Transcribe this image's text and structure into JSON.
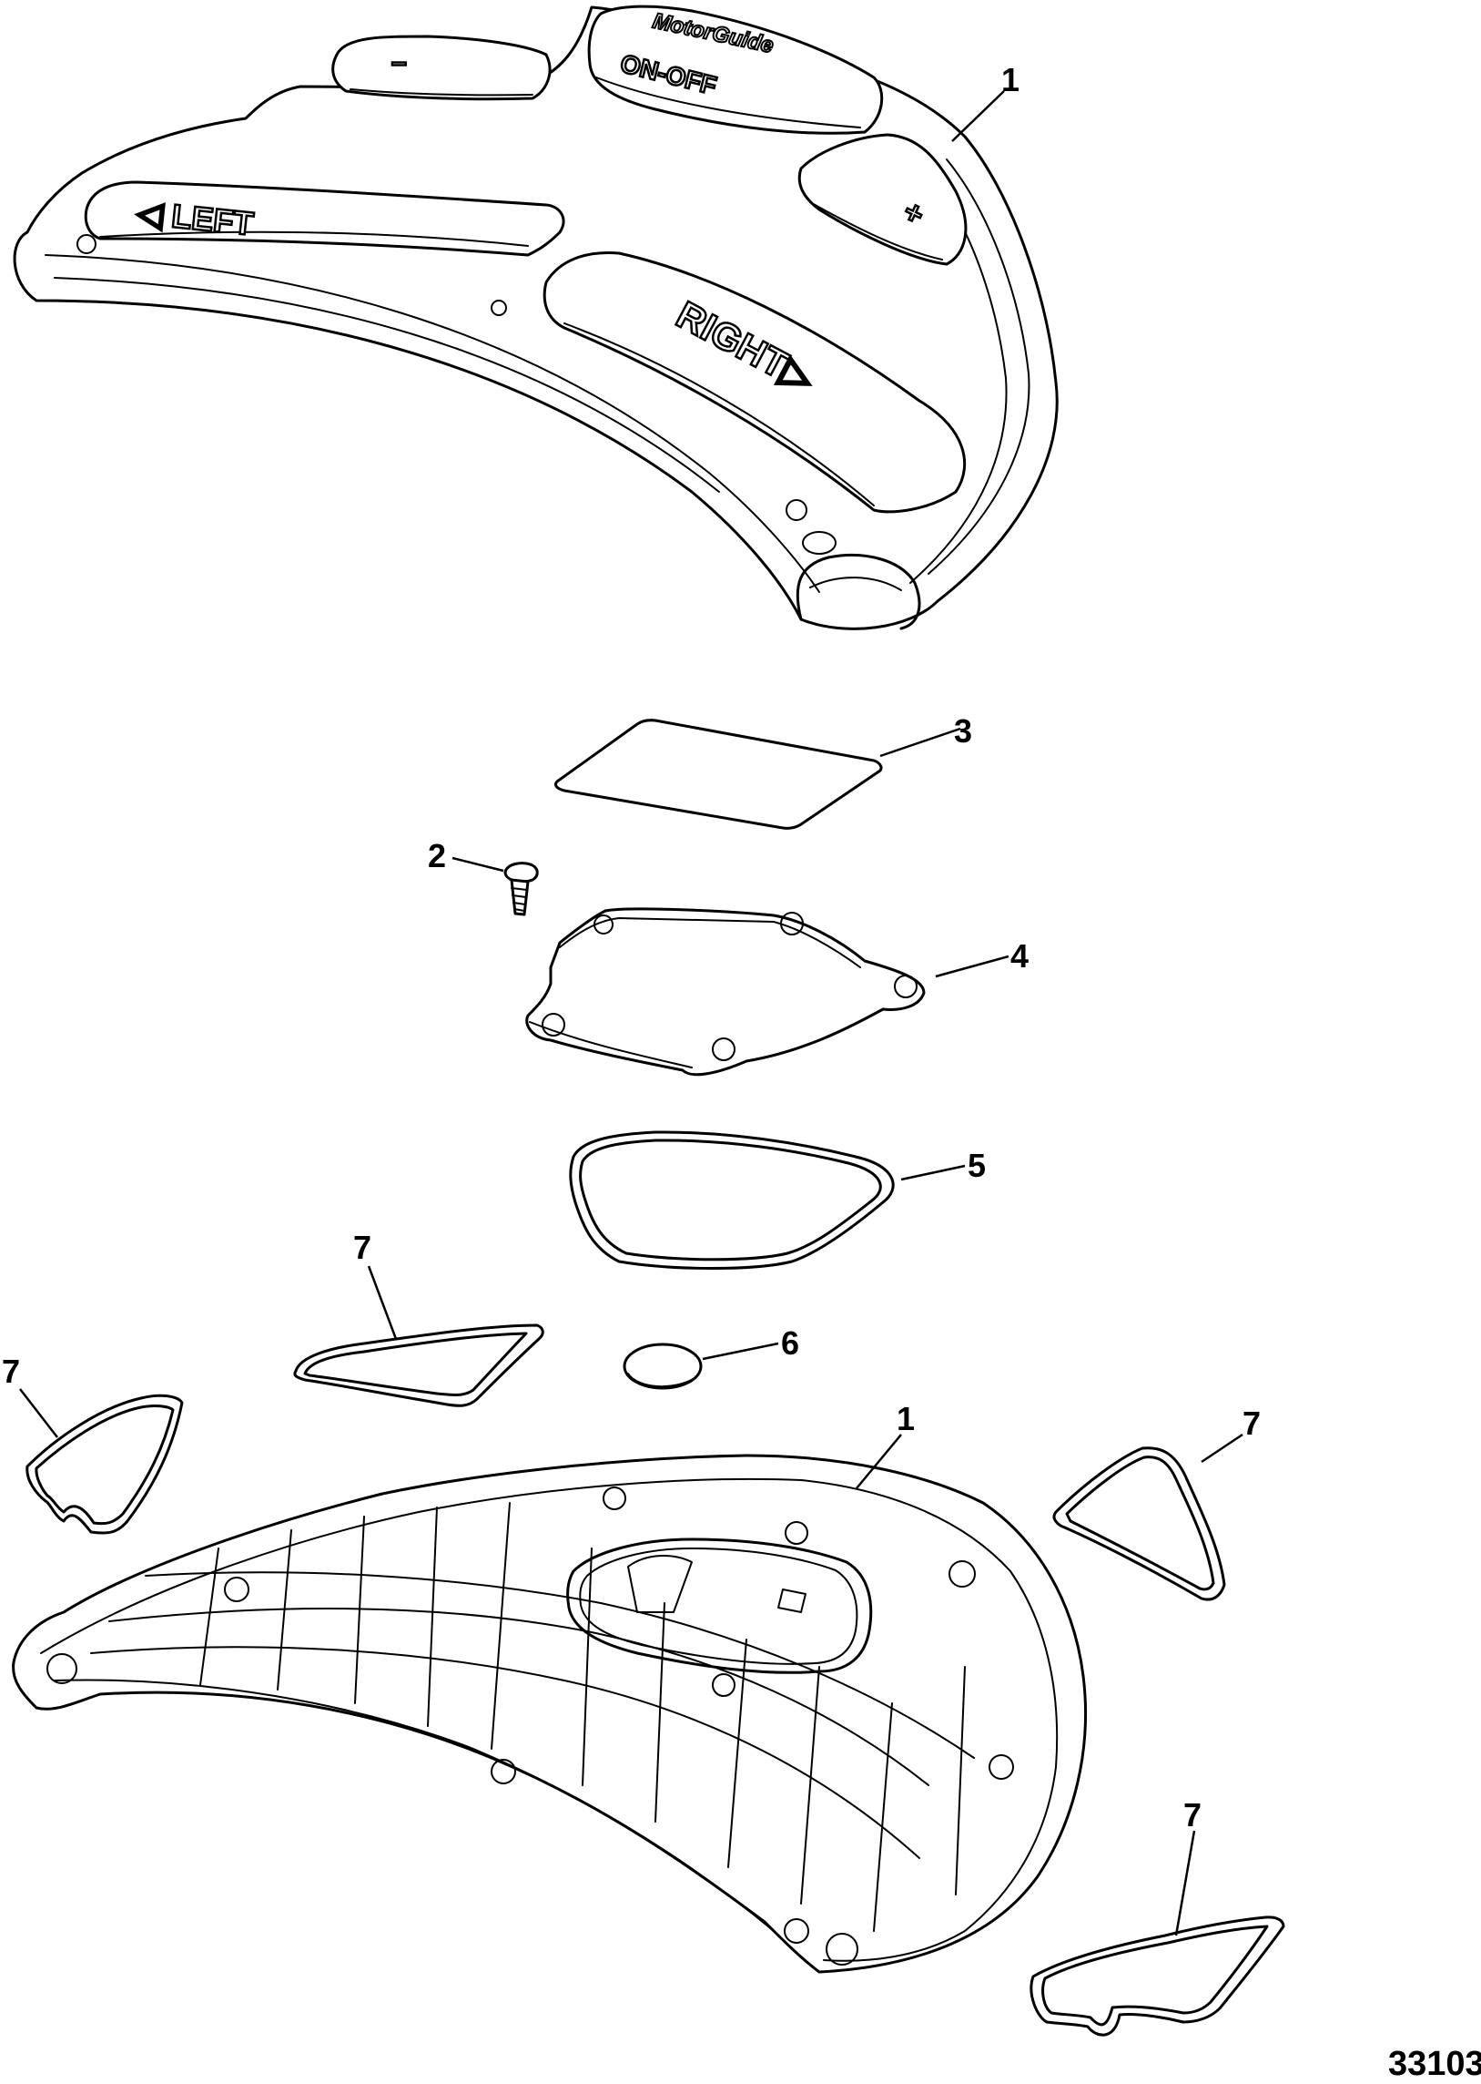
{
  "figure_id": "33103",
  "buttons": {
    "minus": "–",
    "on_off": "ON-OFF",
    "plus": "+",
    "left": "◁ LEFT",
    "right": "RIGHT▷"
  },
  "logo": "MotorGuide",
  "callouts": {
    "c1_top": "1",
    "c2": "2",
    "c3": "3",
    "c4": "4",
    "c5": "5",
    "c6": "6",
    "c7_a": "7",
    "c7_b": "7",
    "c1_bottom": "1",
    "c7_c": "7",
    "c7_d": "7"
  }
}
